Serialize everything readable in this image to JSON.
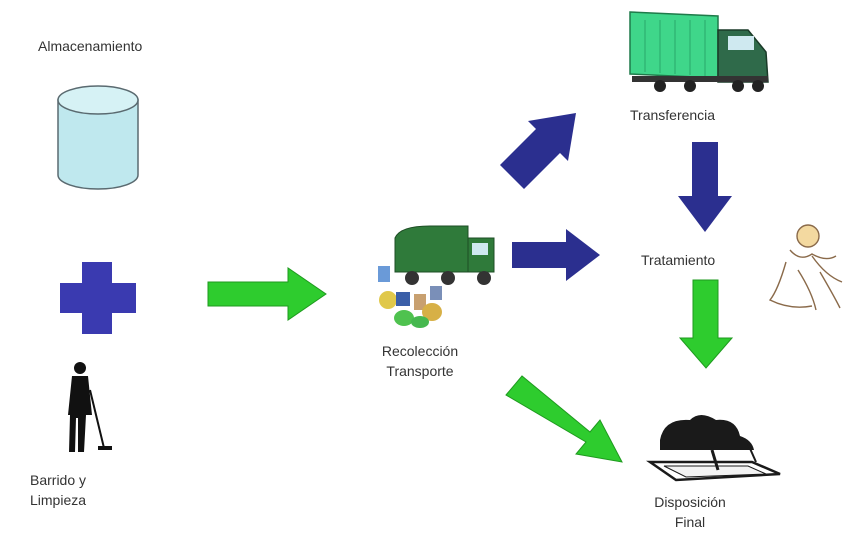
{
  "nodes": {
    "almacenamiento": "Almacenamiento",
    "barrido": [
      "Barrido y",
      "Limpieza"
    ],
    "recoleccion": [
      "Recolección",
      "Transporte"
    ],
    "transferencia": "Transferencia",
    "tratamiento": "Tratamiento",
    "disposicion": [
      "Disposición",
      "Final"
    ]
  },
  "colors": {
    "green_arrow": "#2ecc2e",
    "blue_arrow": "#2b2f8f",
    "cross": "#3a3ab0",
    "cylinder": "#bfe8ee",
    "truck_green": "#3fd68a",
    "garbage_truck": "#2f7a3a"
  },
  "icons": [
    "cylinder-icon",
    "plus-cross-icon",
    "sweeper-person-icon",
    "garbage-truck-icon",
    "transfer-truck-icon",
    "worker-icon",
    "landfill-icon"
  ]
}
